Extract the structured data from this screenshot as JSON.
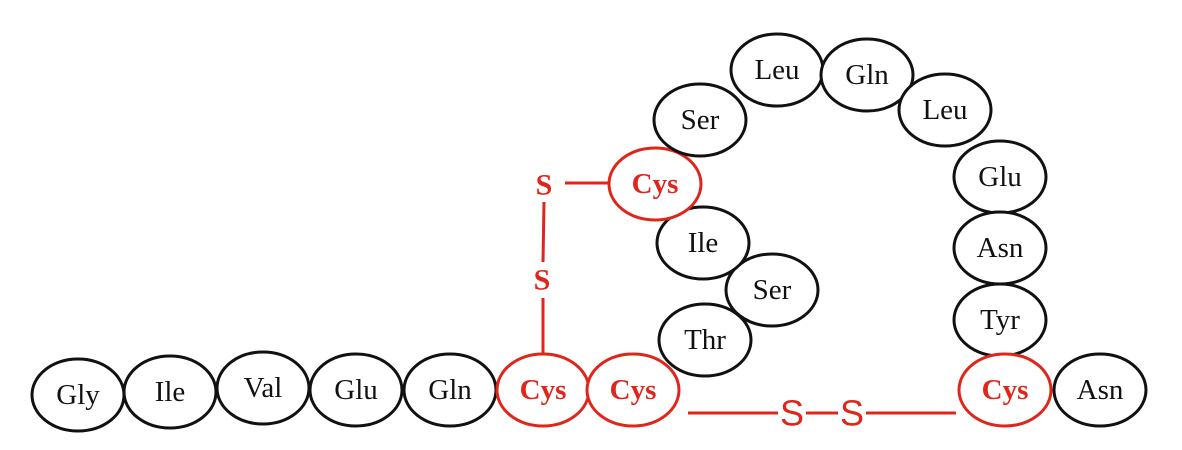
{
  "residues": [
    "Gly",
    "Ile",
    "Val",
    "Glu",
    "Gln",
    "Cys",
    "Cys",
    "Thr",
    "Ser",
    "Ile",
    "Cys",
    "Ser",
    "Leu",
    "Gln",
    "Leu",
    "Glu",
    "Asn",
    "Tyr",
    "Cys",
    "Asn"
  ],
  "cysteine_indices": [
    5,
    6,
    10,
    18
  ],
  "disulfide_label": "S",
  "colors": {
    "residue": "#111111",
    "cysteine": "#e0261b",
    "bond": "#e0261b"
  }
}
